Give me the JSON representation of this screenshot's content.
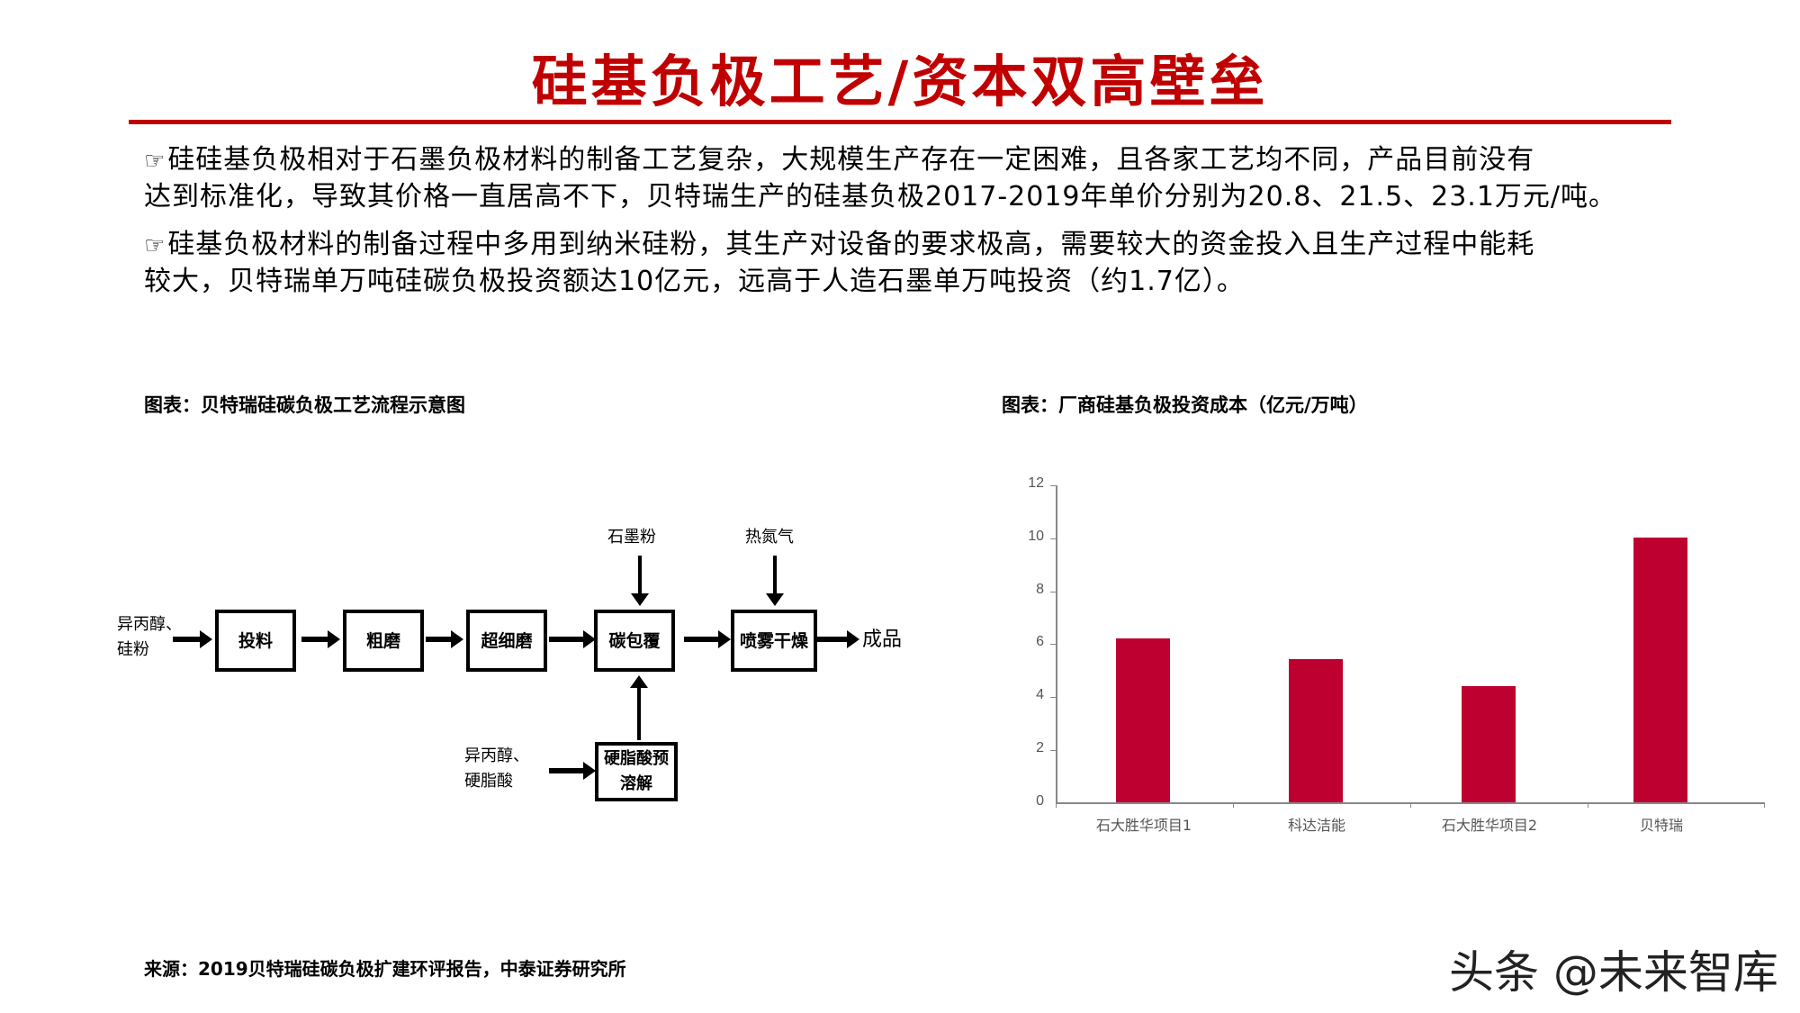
{
  "slide": {
    "title": "硅基负极工艺/资本双高壁垒",
    "accent_color": "#c00000",
    "paragraphs": [
      {
        "bullet_icon": "☞",
        "lines": [
          "硅硅基负极相对于石墨负极材料的制备工艺复杂，大规模生产存在一定困难，且各家工艺均不同，产品目前没有",
          "达到标准化，导致其价格一直居高不下，贝特瑞生产的硅基负极2017-2019年单价分别为20.8、21.5、23.1万元/吨。"
        ]
      },
      {
        "bullet_icon": "☞",
        "lines": [
          "硅基负极材料的制备过程中多用到纳米硅粉，其生产对设备的要求极高，需要较大的资金投入且生产过程中能耗",
          "较大，贝特瑞单万吨硅碳负极投资额达10亿元，远高于人造石墨单万吨投资（约1.7亿）。"
        ]
      }
    ],
    "left_figure": {
      "caption": "图表：贝特瑞硅碳负极工艺流程示意图",
      "diagram": {
        "input_main": [
          "异丙醇、",
          "硅粉"
        ],
        "steps": [
          "投料",
          "粗磨",
          "超细磨",
          "碳包覆",
          "喷雾干燥"
        ],
        "output": "成品",
        "top_inputs": [
          "石墨粉",
          "热氮气"
        ],
        "side_input": [
          "异丙醇、",
          "硬脂酸"
        ],
        "side_step": [
          "硬脂酸预",
          "溶解"
        ]
      }
    },
    "right_figure": {
      "caption": "图表：厂商硅基负极投资成本（亿元/万吨）",
      "bar_color": "#be0030"
    },
    "source": "来源：2019贝特瑞硅碳负极扩建环评报告，中泰证券研究所",
    "watermark": "头条 @未来智库"
  },
  "chart_data": {
    "type": "bar",
    "title": "厂商硅基负极投资成本（亿元/万吨）",
    "categories": [
      "石大胜华项目1",
      "科达洁能",
      "石大胜华项目2",
      "贝特瑞"
    ],
    "values": [
      6.2,
      5.4,
      4.4,
      10.0
    ],
    "xlabel": "",
    "ylabel": "",
    "ylim": [
      0,
      12
    ],
    "yticks": [
      "0",
      "2",
      "4",
      "6",
      "8",
      "10",
      "12"
    ],
    "grid": false,
    "legend": "none"
  }
}
